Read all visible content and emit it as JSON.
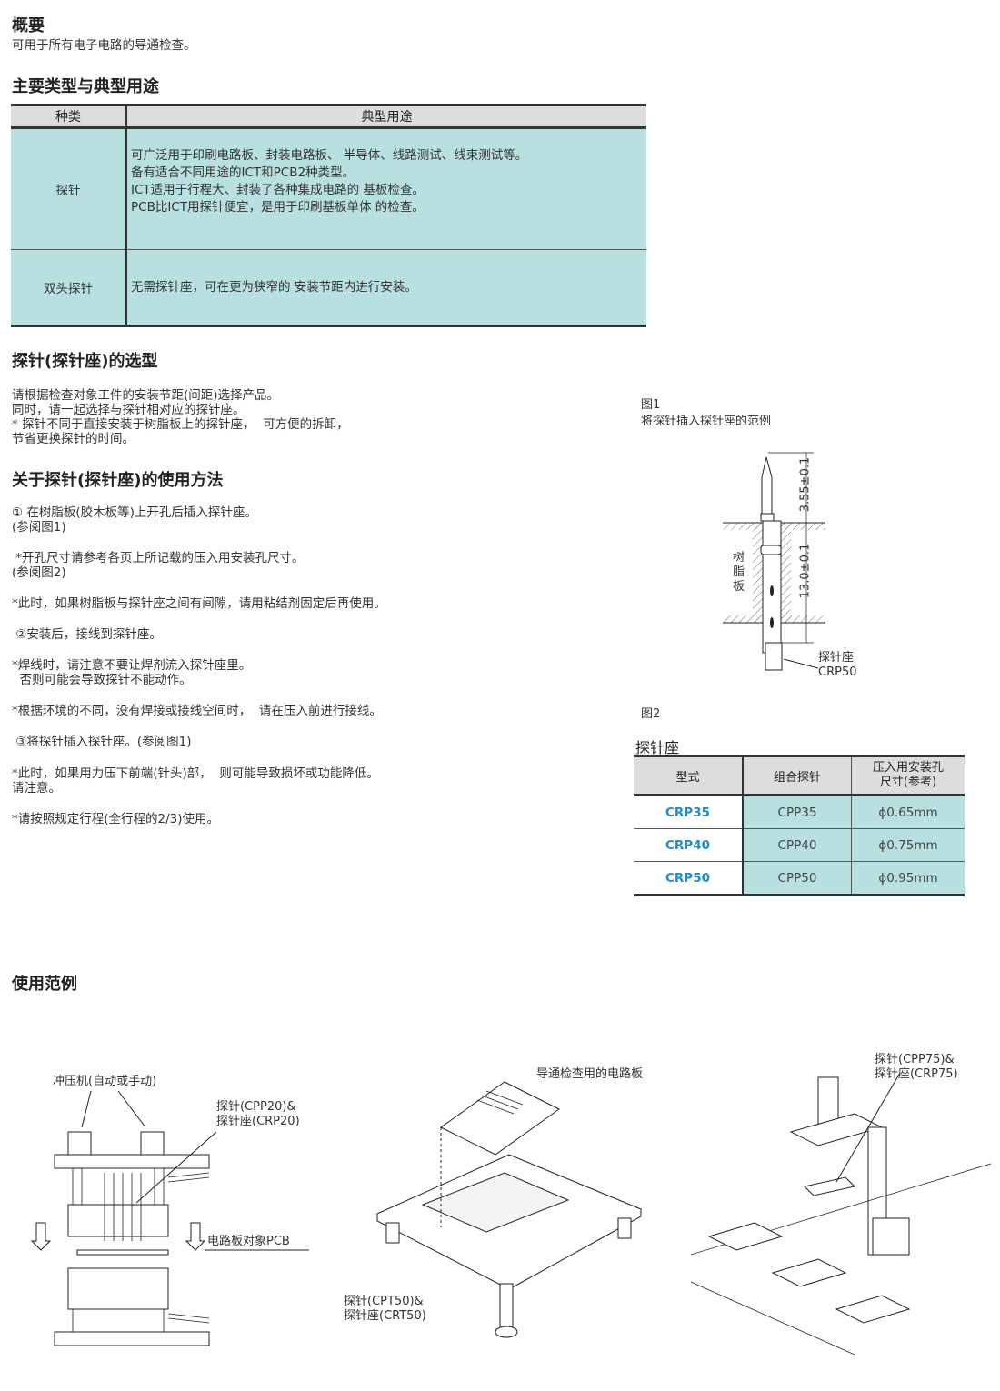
{
  "overview": {
    "title": "概要",
    "text": "可用于所有电子电路的导通检查。"
  },
  "types": {
    "title": "主要类型与典型用途",
    "headers": [
      "种类",
      "典型用途"
    ],
    "rows": [
      {
        "type": "探针",
        "usage": "可广泛用于印刷电路板、封装电路板、 半导体、线路测试、线束测试等。\n备有适合不同用途的ICT和PCB2种类型。\nICT适用于行程大、封装了各种集成电路的 基板检查。\nPCB比ICT用探针便宜，是用于印刷基板单体 的检查。"
      },
      {
        "type": "双头探针",
        "usage": "无需探针座，可在更为狭窄的 安装节距内进行安装。"
      }
    ]
  },
  "selection": {
    "title": "探针(探针座)的选型",
    "text": "请根据检查对象工件的安装节距(间距)选择产品。\n同时，请一起选择与探针相对应的探针座。\n* 探针不同于直接安装于树脂板上的探针座，  可方便的拆卸，\n节省更换探针的时间。"
  },
  "usage": {
    "title": "关于探针(探针座)的使用方法",
    "paragraphs": [
      "① 在树脂板(胶木板等)上开孔后插入探针座。\n(参阅图1)",
      " *开孔尺寸请参考各页上所记载的压入用安装孔尺寸。\n(参阅图2)",
      "*此时，如果树脂板与探针座之间有间隙，请用粘结剂固定后再使用。",
      " ②安装后，接线到探针座。",
      "*焊线时，请注意不要让焊剂流入探针座里。\n  否则可能会导致探针不能动作。",
      "*根据环境的不同，没有焊接或接线空间时，  请在压入前进行接线。",
      " ③将探针插入探针座。(参阅图1)",
      "*此时，如果用力压下前端(针头)部，  则可能导致损坏或功能降低。\n请注意。",
      "*请按照规定行程(全行程的2/3)使用。"
    ]
  },
  "fig1": {
    "label": "图1",
    "caption": "将探针插入探针座的范例",
    "dim_top": "3.55±0.1",
    "dim_bottom": "13.0±0.1",
    "resin": "树\n脂\n板",
    "socket": "探针座\nCRP50"
  },
  "fig2": {
    "label": "图2",
    "title": "探针座",
    "headers": [
      "型式",
      "组合探针",
      "压入用安装孔\n尺寸(参考)"
    ],
    "rows": [
      [
        "CRP35",
        "CPP35",
        "ϕ0.65mm"
      ],
      [
        "CRP40",
        "CPP40",
        "ϕ0.75mm"
      ],
      [
        "CRP50",
        "CPP50",
        "ϕ0.95mm"
      ]
    ]
  },
  "examples": {
    "title": "使用范例",
    "press": "冲压机(自动或手动)",
    "probe20": "探针(CPP20)&\n探针座(CRP20)",
    "pcb": "电路板对象PCB",
    "board": "导通检查用的电路板",
    "probe50": "探针(CPT50)&\n探针座(CRT50)",
    "probe75": "探针(CPP75)&\n探针座(CRP75)"
  },
  "colors": {
    "table_fill": "#b9e0e1",
    "header_fill": "#dddddd",
    "model_blue": "#1c8cd0"
  }
}
